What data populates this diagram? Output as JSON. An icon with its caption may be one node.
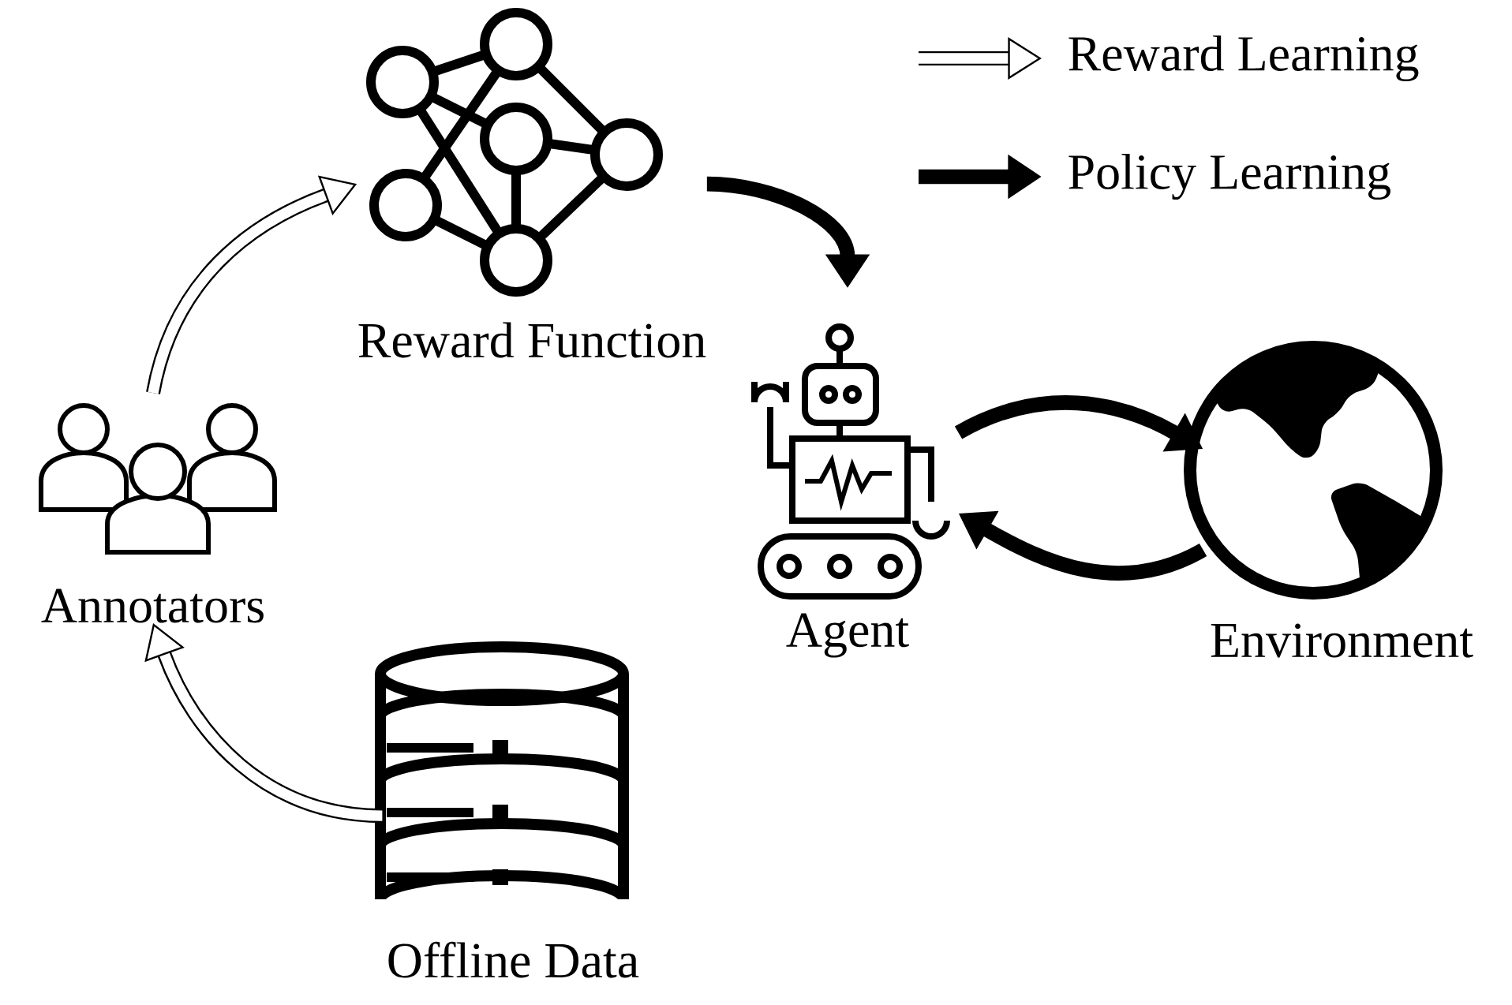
{
  "diagram": {
    "nodes": [
      {
        "text": [
          "Reward Function"
        ]
      },
      {
        "text": [
          "Agent"
        ]
      },
      {
        "text": [
          "Environment"
        ]
      },
      {
        "text": [
          "Annotators"
        ]
      },
      {
        "text": [
          "Offline Data"
        ]
      }
    ],
    "edges": [
      {
        "from": 4,
        "to": 3,
        "arrow": "to"
      },
      {
        "from": 3,
        "to": 0,
        "arrow": "to"
      },
      {
        "from": 0,
        "to": 1,
        "arrow": "to"
      },
      {
        "from": 1,
        "to": 2,
        "arrow": "to"
      },
      {
        "from": 2,
        "to": 1,
        "arrow": "to"
      }
    ],
    "legend": [
      {
        "text": "Reward Learning"
      },
      {
        "text": "Policy Learning"
      }
    ]
  }
}
